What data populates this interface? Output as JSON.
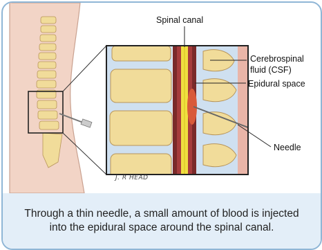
{
  "figure": {
    "labels": {
      "spinal_canal": "Spinal canal",
      "csf_line1": "Cerebrospinal",
      "csf_line2": "fluid (CSF)",
      "epidural_space": "Epidural space",
      "needle": "Needle"
    },
    "signature": "J. R HEAD",
    "caption": "Through a thin needle, a small amount of blood is injected into the epidural space around the spinal canal."
  },
  "colors": {
    "frame_border": "#8fb6d6",
    "caption_background": "#e3eef8",
    "skin": "#f2d4c6",
    "vertebra": "#f1dc9a",
    "disc": "#cfe0f0",
    "canal_outer": "#7a2a2a",
    "csf": "#f0e040",
    "blood": "#d85a3a"
  }
}
